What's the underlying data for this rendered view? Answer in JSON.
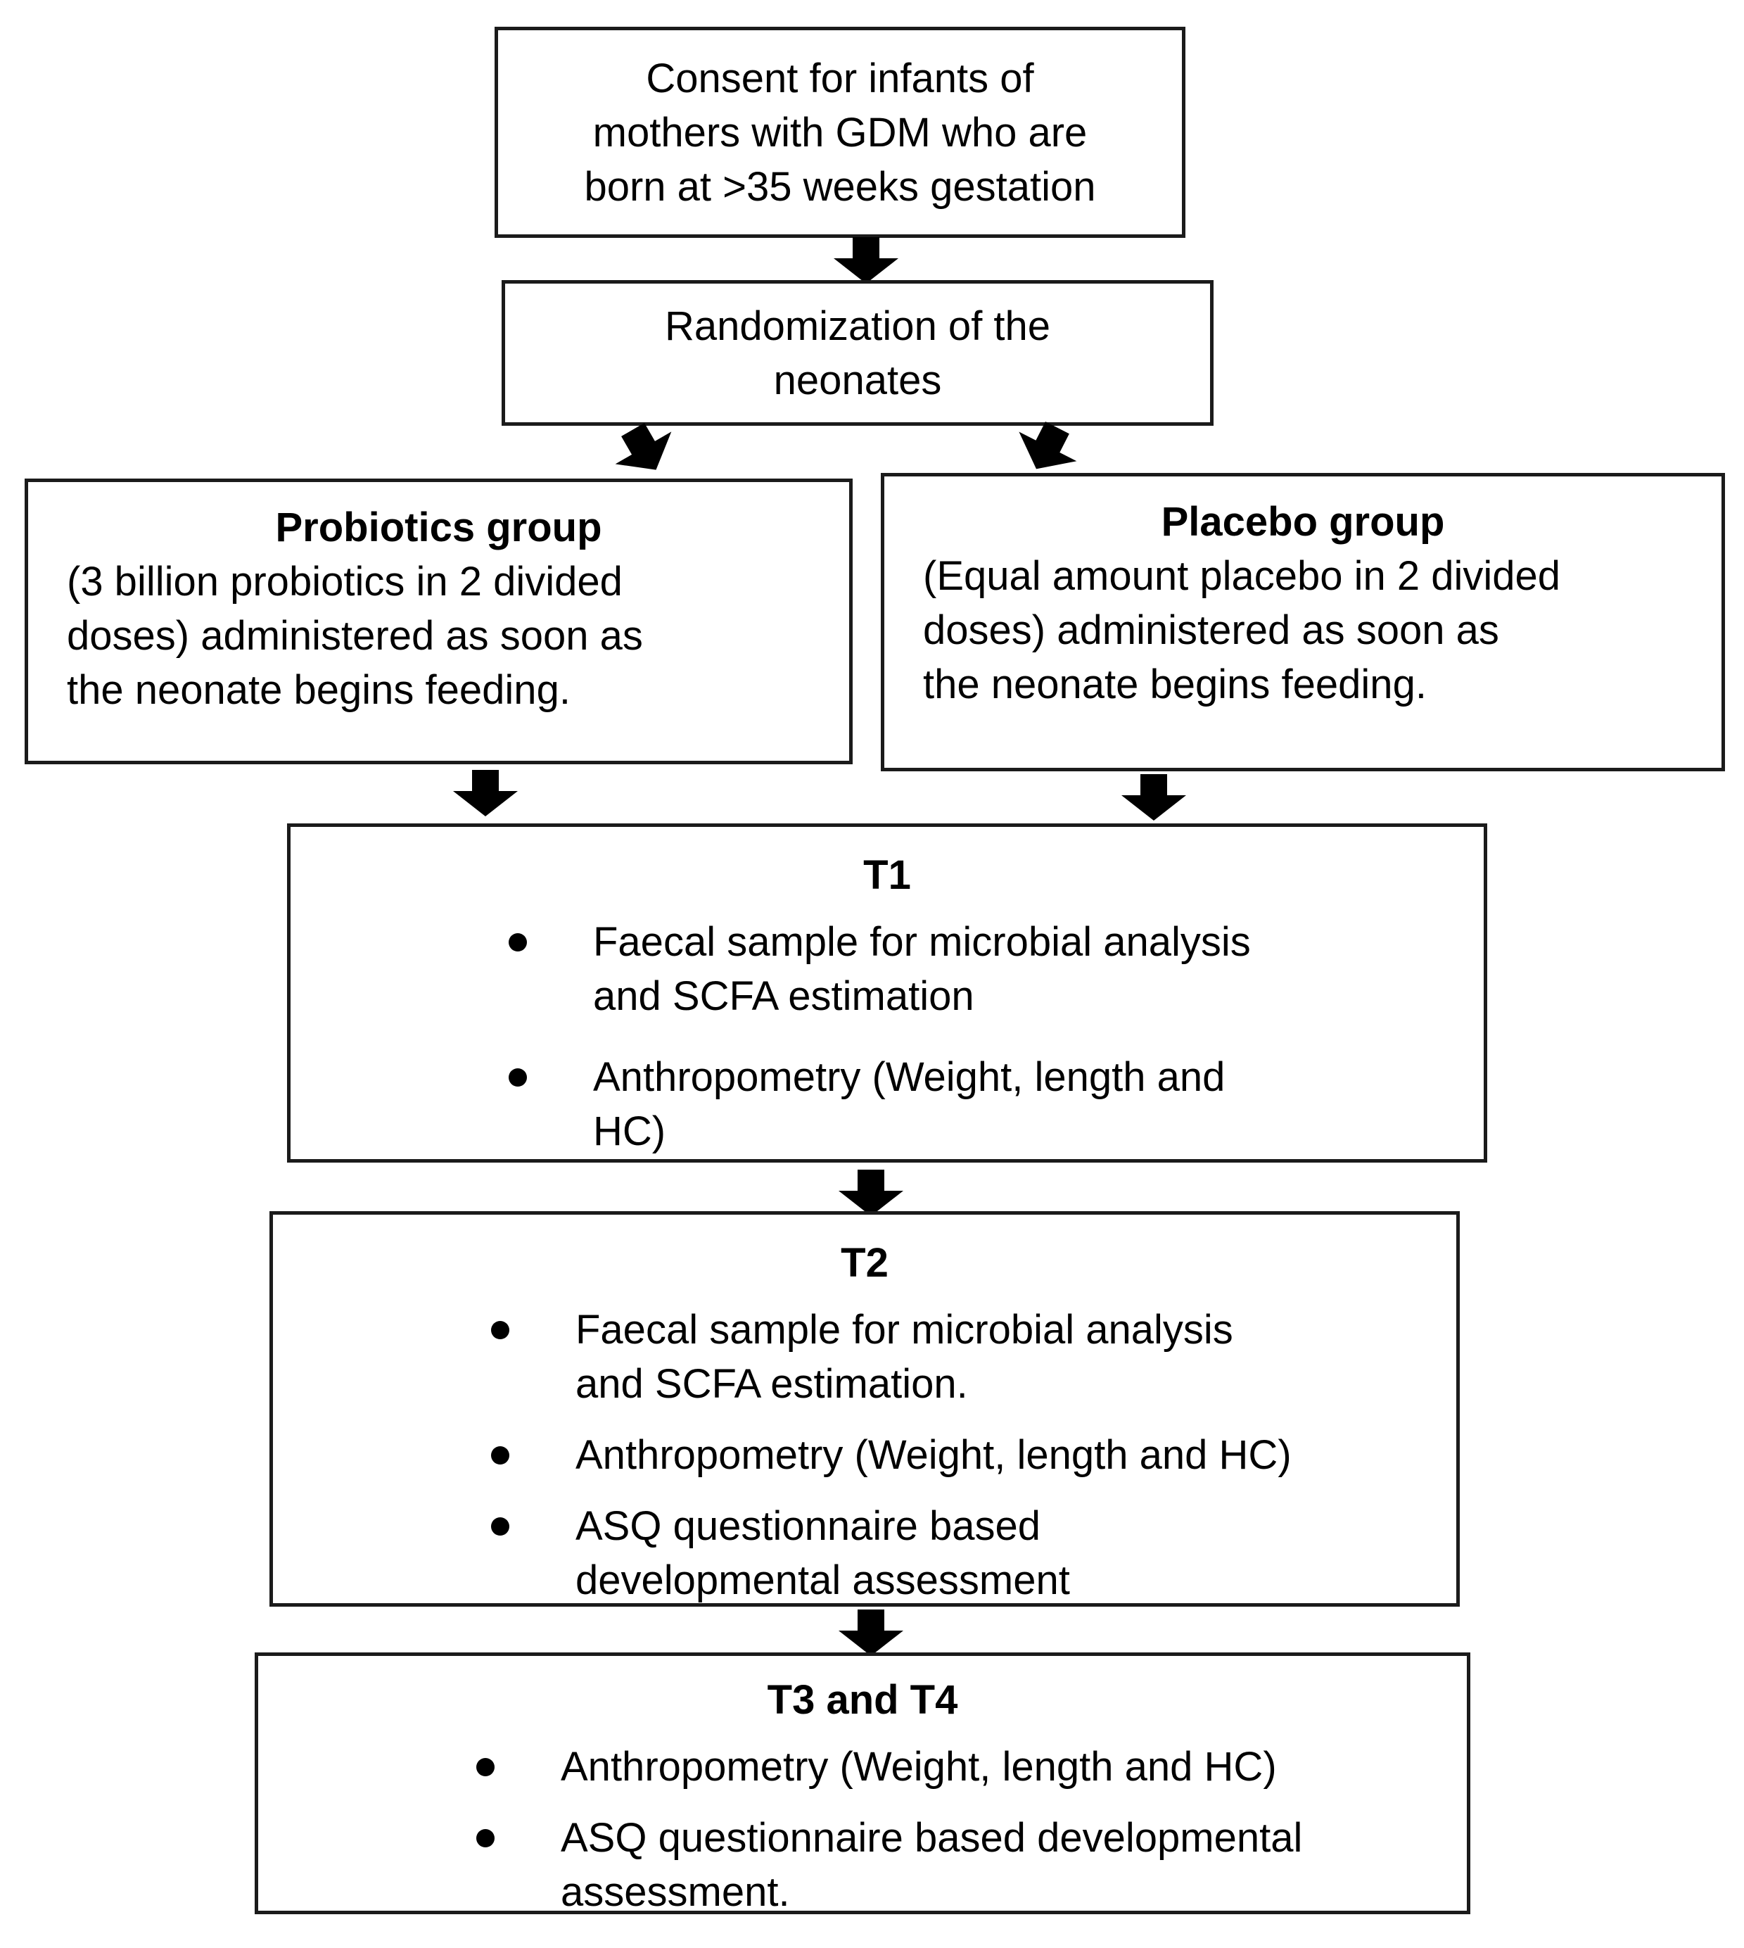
{
  "figure": {
    "type": "flowchart",
    "title": "Study design flowchart"
  },
  "flowchart": {
    "consent": {
      "text": "Consent for infants of\nmothers with GDM who are\nborn at >35 weeks gestation"
    },
    "randomization": {
      "text": "Randomization of the\nneonates"
    },
    "probiotics": {
      "title": "Probiotics group",
      "body": "(3 billion probiotics in 2 divided\ndoses) administered as soon as\nthe neonate begins feeding."
    },
    "placebo": {
      "title": "Placebo group",
      "body": "(Equal amount placebo in 2 divided\ndoses) administered as soon as\nthe neonate begins feeding."
    },
    "t1": {
      "title": "T1",
      "bullets": [
        "Faecal sample for microbial analysis\nand SCFA estimation",
        "Anthropometry (Weight, length and\nHC)"
      ]
    },
    "t2": {
      "title": "T2",
      "bullets": [
        "Faecal sample for microbial analysis\nand SCFA estimation.",
        "Anthropometry (Weight, length and HC)",
        "ASQ questionnaire based\ndevelopmental assessment"
      ]
    },
    "t3t4": {
      "title": "T3 and T4",
      "bullets": [
        "Anthropometry (Weight, length and HC)",
        "ASQ questionnaire based developmental\nassessment."
      ]
    }
  },
  "icons": {
    "flow_arrow_down": "▼",
    "flow_arrow_down_left": "↙",
    "flow_arrow_down_right": "↘"
  },
  "colors": {
    "background": "#ffffff",
    "box_border": "#1b1b1b",
    "arrow": "#000000",
    "text": "#000000"
  }
}
